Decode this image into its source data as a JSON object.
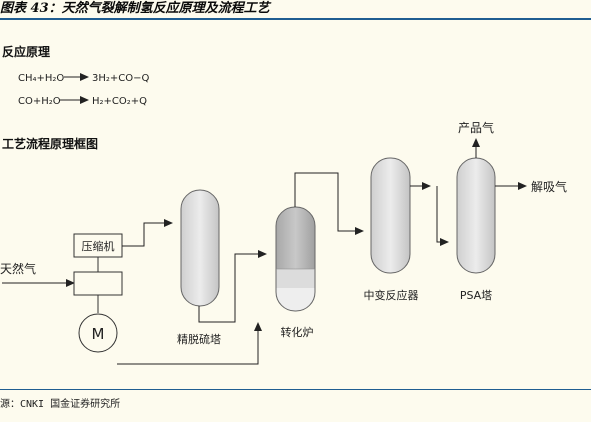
{
  "header": {
    "title": "图表 43：天然气裂解制氢反应原理及流程工艺"
  },
  "reaction_section": {
    "heading": "反应原理",
    "reaction1": {
      "left": "CH₄+H₂O",
      "right": "3H₂+CO−Q"
    },
    "reaction2": {
      "left": "CO+H₂O",
      "right": "H₂+CO₂+Q"
    }
  },
  "flow_section": {
    "heading": "工艺流程原理框图",
    "feed_label": "天然气",
    "compressor_label": "压缩机",
    "motor_label": "M",
    "desulfurization_label": "精脱硫塔",
    "reformer_label": "转化炉",
    "shift_reactor_label": "中变反应器",
    "psa_label": "PSA塔",
    "product_label": "产品气",
    "desorption_label": "解吸气"
  },
  "footer": {
    "source": "源：CNKI 国金证券研究所"
  }
}
